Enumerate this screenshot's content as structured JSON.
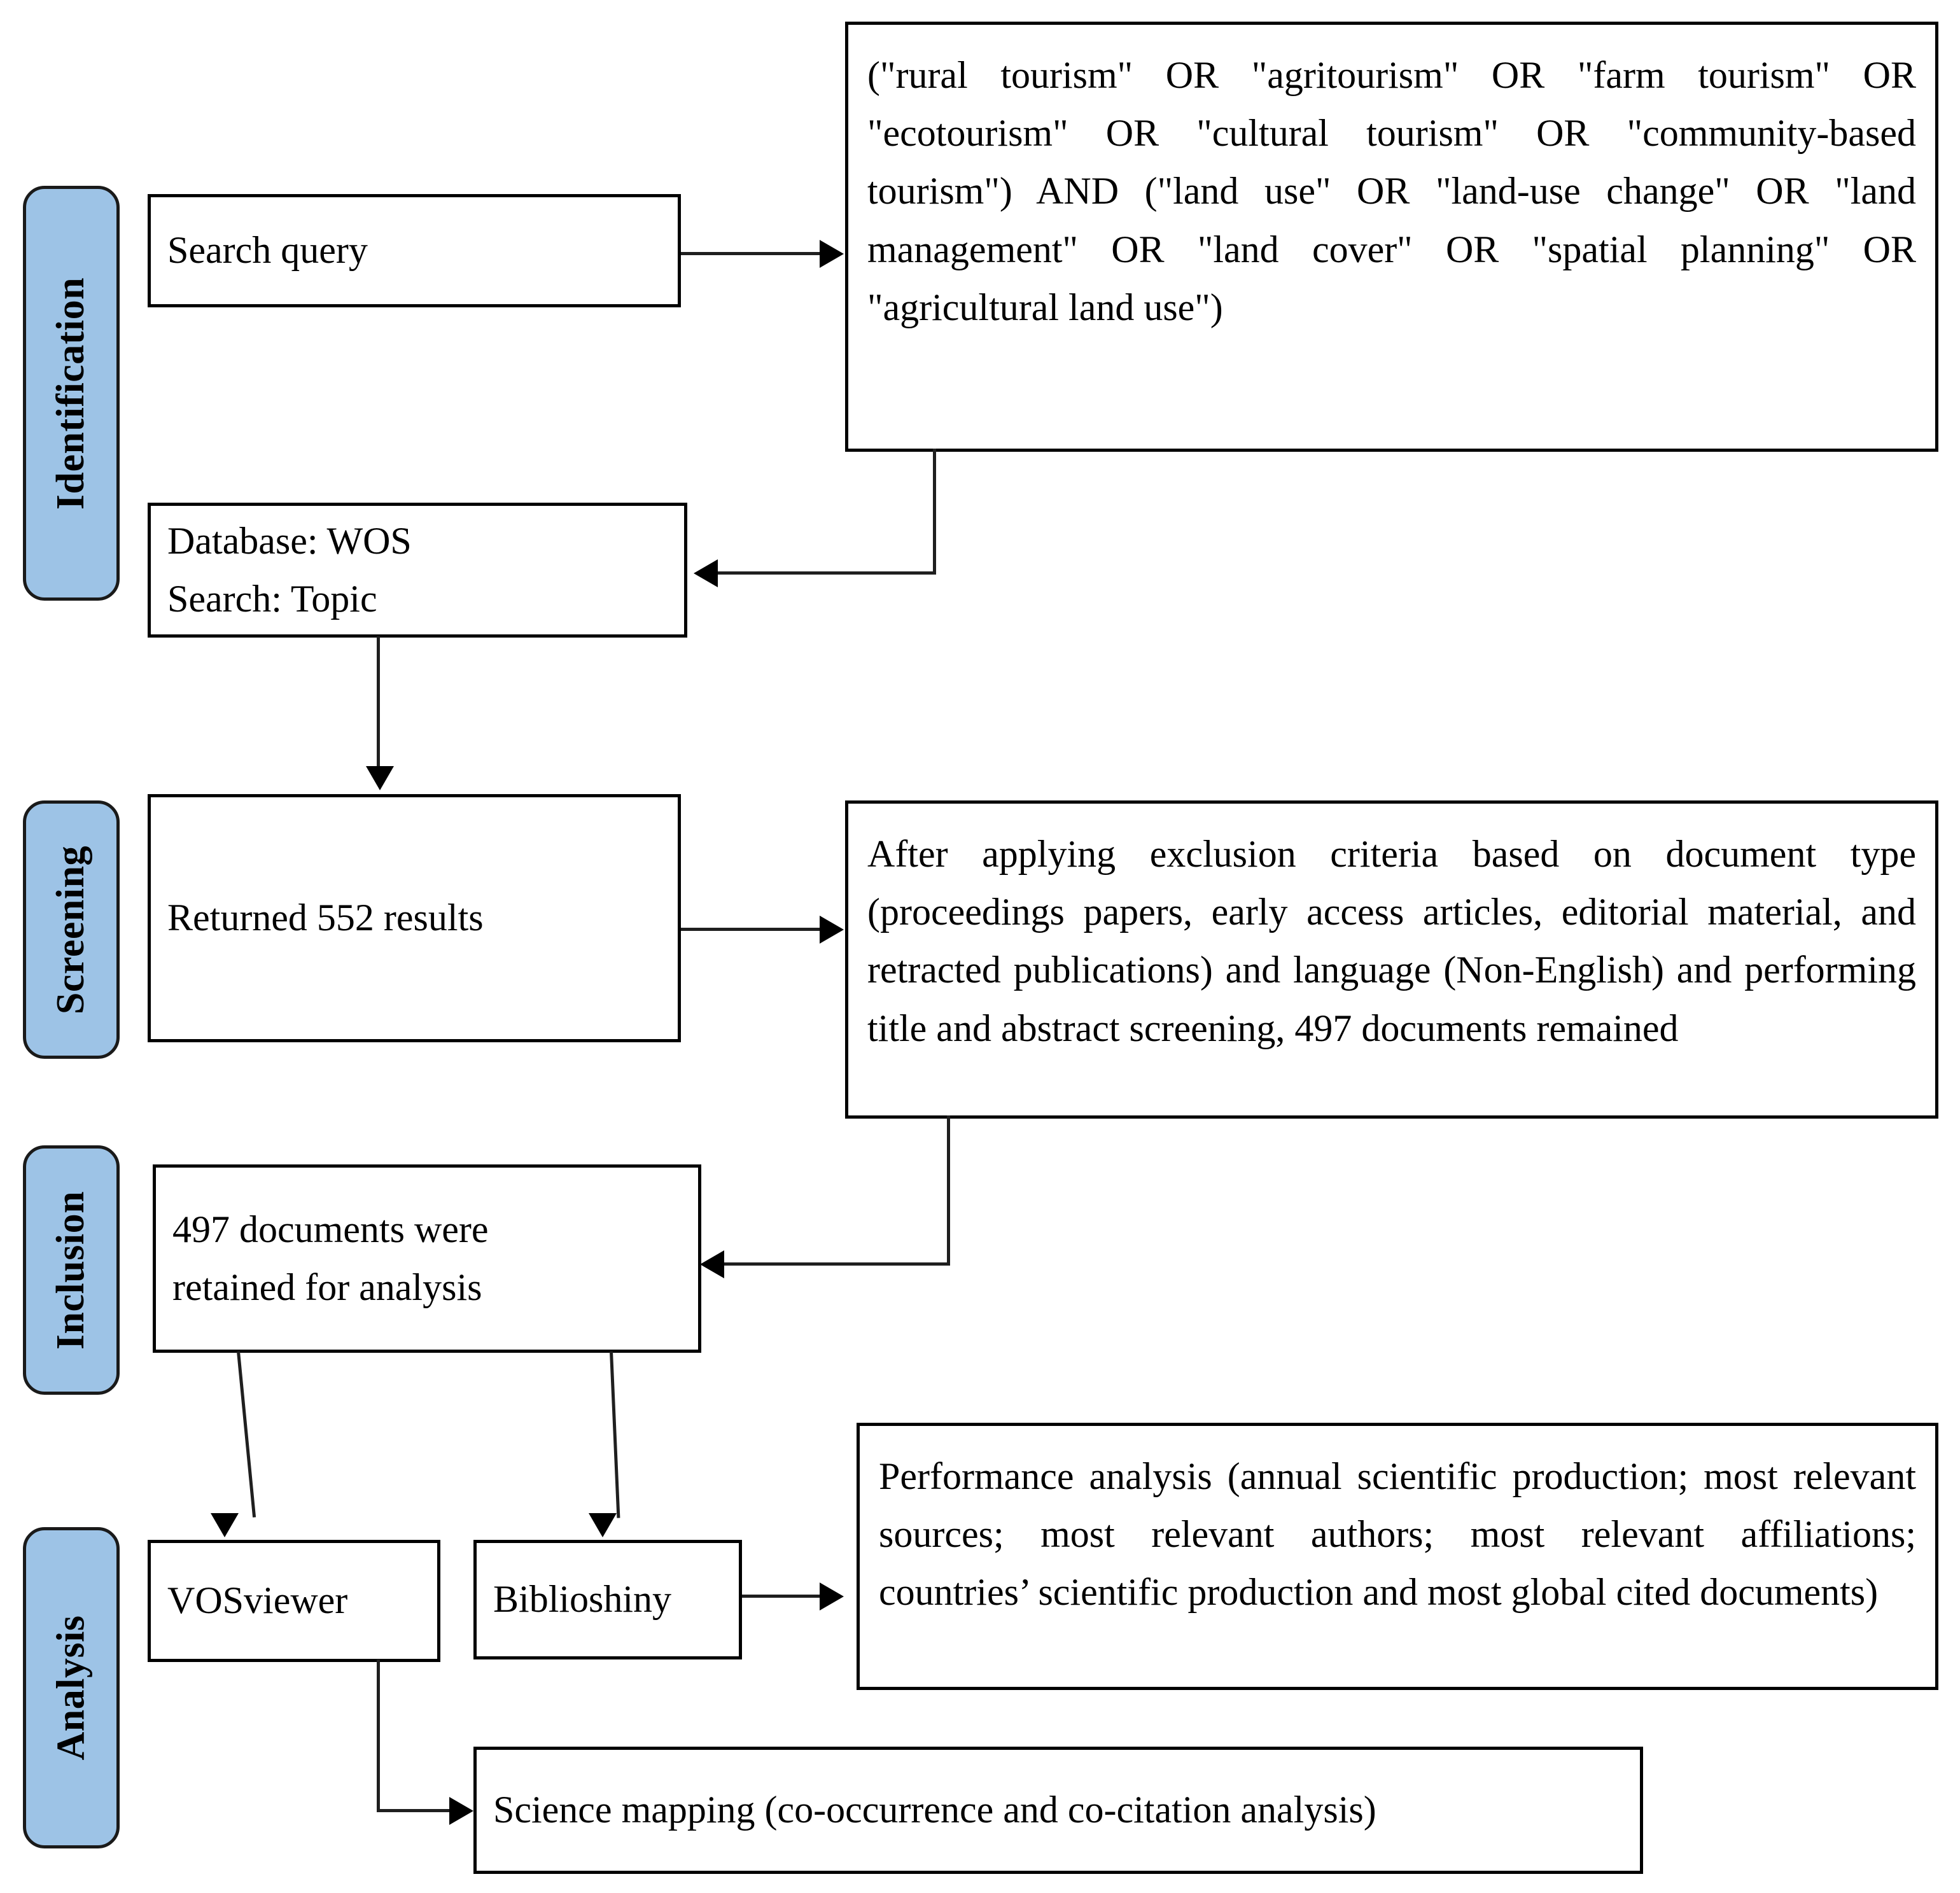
{
  "diagram": {
    "title": "PRISMA bibliometric study selection flow",
    "accent_color": "#9DC3E6",
    "line_color": "#1f1f1f",
    "box_border_color": "#000000",
    "background_color": "#ffffff"
  },
  "stages": [
    {
      "id": "identification",
      "label": "Identification"
    },
    {
      "id": "screening",
      "label": "Screening"
    },
    {
      "id": "inclusion",
      "label": "Inclusion"
    },
    {
      "id": "analysis",
      "label": "Analysis"
    }
  ],
  "boxes": {
    "search_query": {
      "label": "Search query"
    },
    "query_string": {
      "text": "(\"rural tourism\" OR \"agritourism\" OR \"farm tourism\" OR \"ecotourism\" OR \"cultural tourism\" OR \"community-based tourism\") AND (\"land use\" OR \"land-use change\" OR \"land management\" OR \"land cover\" OR \"spatial planning\" OR \"agricultural land use\")"
    },
    "database": {
      "line1": "Database: WOS",
      "line2": "Search: Topic"
    },
    "returned_results": {
      "label": "Returned 552 results",
      "count": 552
    },
    "exclusion_criteria": {
      "text": "After applying exclusion criteria based on document type (proceedings papers, early access articles, editorial material, and retracted publications) and language (Non-English) and performing title and abstract screening, 497 documents remained"
    },
    "retained_documents": {
      "line1": "497 documents were",
      "line2": "retained for analysis",
      "count": 497
    },
    "vosviewer": {
      "label": "VOSviewer"
    },
    "biblioshiny": {
      "label": "Biblioshiny"
    },
    "performance_analysis": {
      "text": "Performance analysis (annual scientific production; most relevant sources; most relevant authors; most relevant affiliations; countries’ scientific production and most global cited documents)"
    },
    "science_mapping": {
      "label": "Science mapping (co-occurrence and co-citation analysis)"
    }
  }
}
